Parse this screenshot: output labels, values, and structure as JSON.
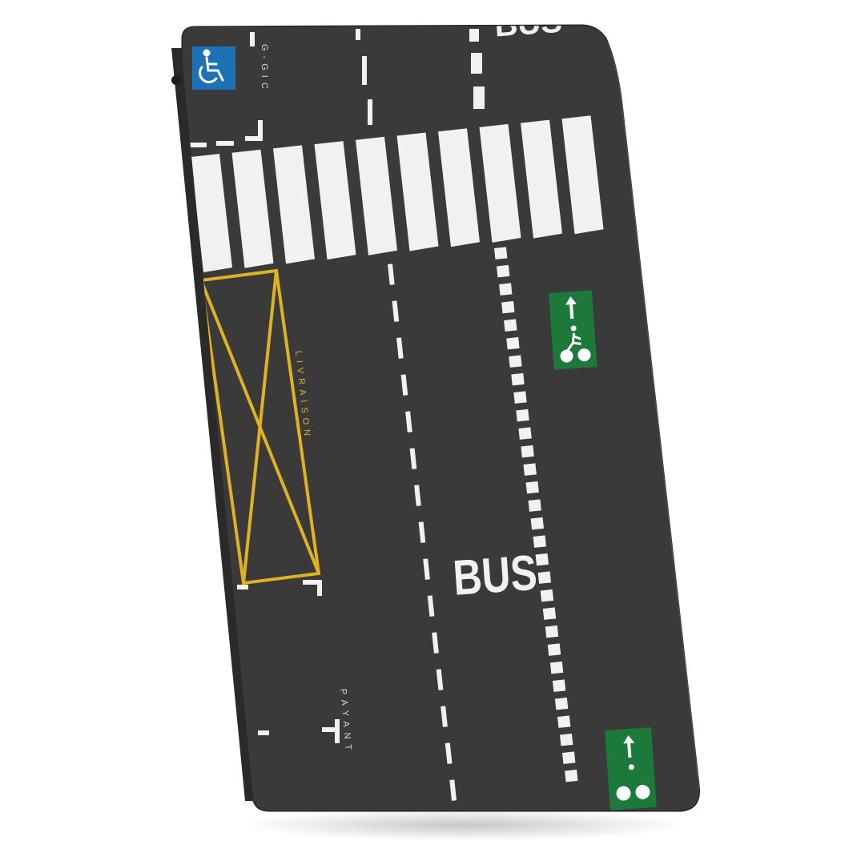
{
  "markings": {
    "gic_label": "G-GIC",
    "livraison_label": "LIVRAISON",
    "bus_label": "BUS",
    "bus_top_partial": "BUS",
    "payant_label": "PAYANT"
  },
  "icons": {
    "wheelchair": "wheelchair-icon",
    "bicycle": "bicycle-icon",
    "arrow": "arrow-up-icon"
  },
  "colors": {
    "asphalt": "#3a3a3a",
    "edge": "#2a2a2a",
    "paint_white": "#f4f4f4",
    "paint_yellow": "#e3b320",
    "handicap_blue": "#1f73b7",
    "bike_green": "#1a7b3a"
  }
}
